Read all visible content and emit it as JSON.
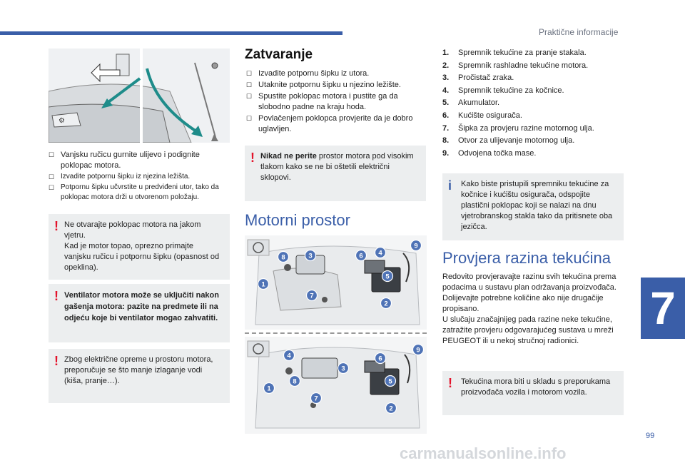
{
  "header": {
    "section_title": "Praktične informacije",
    "page_number": "99",
    "chapter": "7"
  },
  "watermark": "carmanualsonline.info",
  "left": {
    "steps": [
      "Vanjsku ručicu gurnite ulijevo i podignite poklopac motora.",
      "Izvadite potpornu šipku iz njezina ležišta.",
      "Potpornu šipku učvrstite u predviđeni utor, tako da poklopac motora drži u otvorenom položaju."
    ],
    "warning1": "Ne otvarajte poklopac motora na jakom vjetru.\nKad je motor topao, oprezno primajte vanjsku ručicu i potpornu šipku (opasnost od opeklina).",
    "warning2": "Ventilator motora može se uključiti nakon gašenja motora: pazite na predmete ili na odjeću koje bi ventilator mogao zahvatiti.",
    "warning3": "Zbog električne opreme u prostoru motora, preporučuje se što manje izlaganje vodi (kiša, pranje…)."
  },
  "middle": {
    "title": "Zatvaranje",
    "steps": [
      "Izvadite potpornu šipku iz utora.",
      "Utaknite potpornu šipku u njezino ležište.",
      "Spustite poklopac motora i pustite ga da slobodno padne na kraju hoda.",
      "Povlačenjem poklopca provjerite da je dobro uglavljen."
    ],
    "warning_bold": "Nikad ne perite",
    "warning_rest": " prostor motora pod visokim tlakom kako se ne bi oštetili električni sklopovi.",
    "engine_title": "Motorni prostor",
    "diagram1_badges": [
      "1",
      "2",
      "3",
      "4",
      "5",
      "6",
      "7",
      "8",
      "9"
    ],
    "diagram2_badges": [
      "1",
      "2",
      "3",
      "4",
      "5",
      "6",
      "7",
      "8",
      "9"
    ]
  },
  "right": {
    "parts": [
      {
        "n": "1.",
        "t": "Spremnik tekućine za pranje stakala."
      },
      {
        "n": "2.",
        "t": "Spremnik rashladne tekućine motora."
      },
      {
        "n": "3.",
        "t": "Pročistač zraka."
      },
      {
        "n": "4.",
        "t": "Spremnik tekućine za kočnice."
      },
      {
        "n": "5.",
        "t": "Akumulator."
      },
      {
        "n": "6.",
        "t": "Kućište osigurača."
      },
      {
        "n": "7.",
        "t": "Šipka za provjeru razine motornog ulja."
      },
      {
        "n": "8.",
        "t": "Otvor za ulijevanje motornog ulja."
      },
      {
        "n": "9.",
        "t": "Odvojena točka mase."
      }
    ],
    "info": "Kako biste pristupili spremniku tekućine za kočnice i kućištu osigurača, odspojite plastični poklopac koji se nalazi na dnu vjetrobranskog stakla tako da pritisnete oba jezičca.",
    "check_title": "Provjera razina tekućina",
    "check_text": "Redovito provjeravajte razinu svih tekućina prema podacima u sustavu plan održavanja proizvođača. Dolijevajte potrebne količine ako nije drugačije propisano.\nU slučaju značajnijeg pada razine neke tekućine, zatražite provjeru odgovarajućeg sustava u mreži PEUGEOT ili u nekoj stručnoj radionici.",
    "warning": "Tekućina mora biti u skladu s preporukama proizvođača vozila i motorom vozila."
  },
  "colors": {
    "accent": "#3a5ea8",
    "badge": "#4f73b6",
    "warning": "#e3132b",
    "arrow": "#1e8c8a",
    "box": "#eceeef"
  },
  "icons": {
    "bullet": "square-bullet-icon",
    "warning": "exclamation-icon",
    "info": "info-icon"
  }
}
